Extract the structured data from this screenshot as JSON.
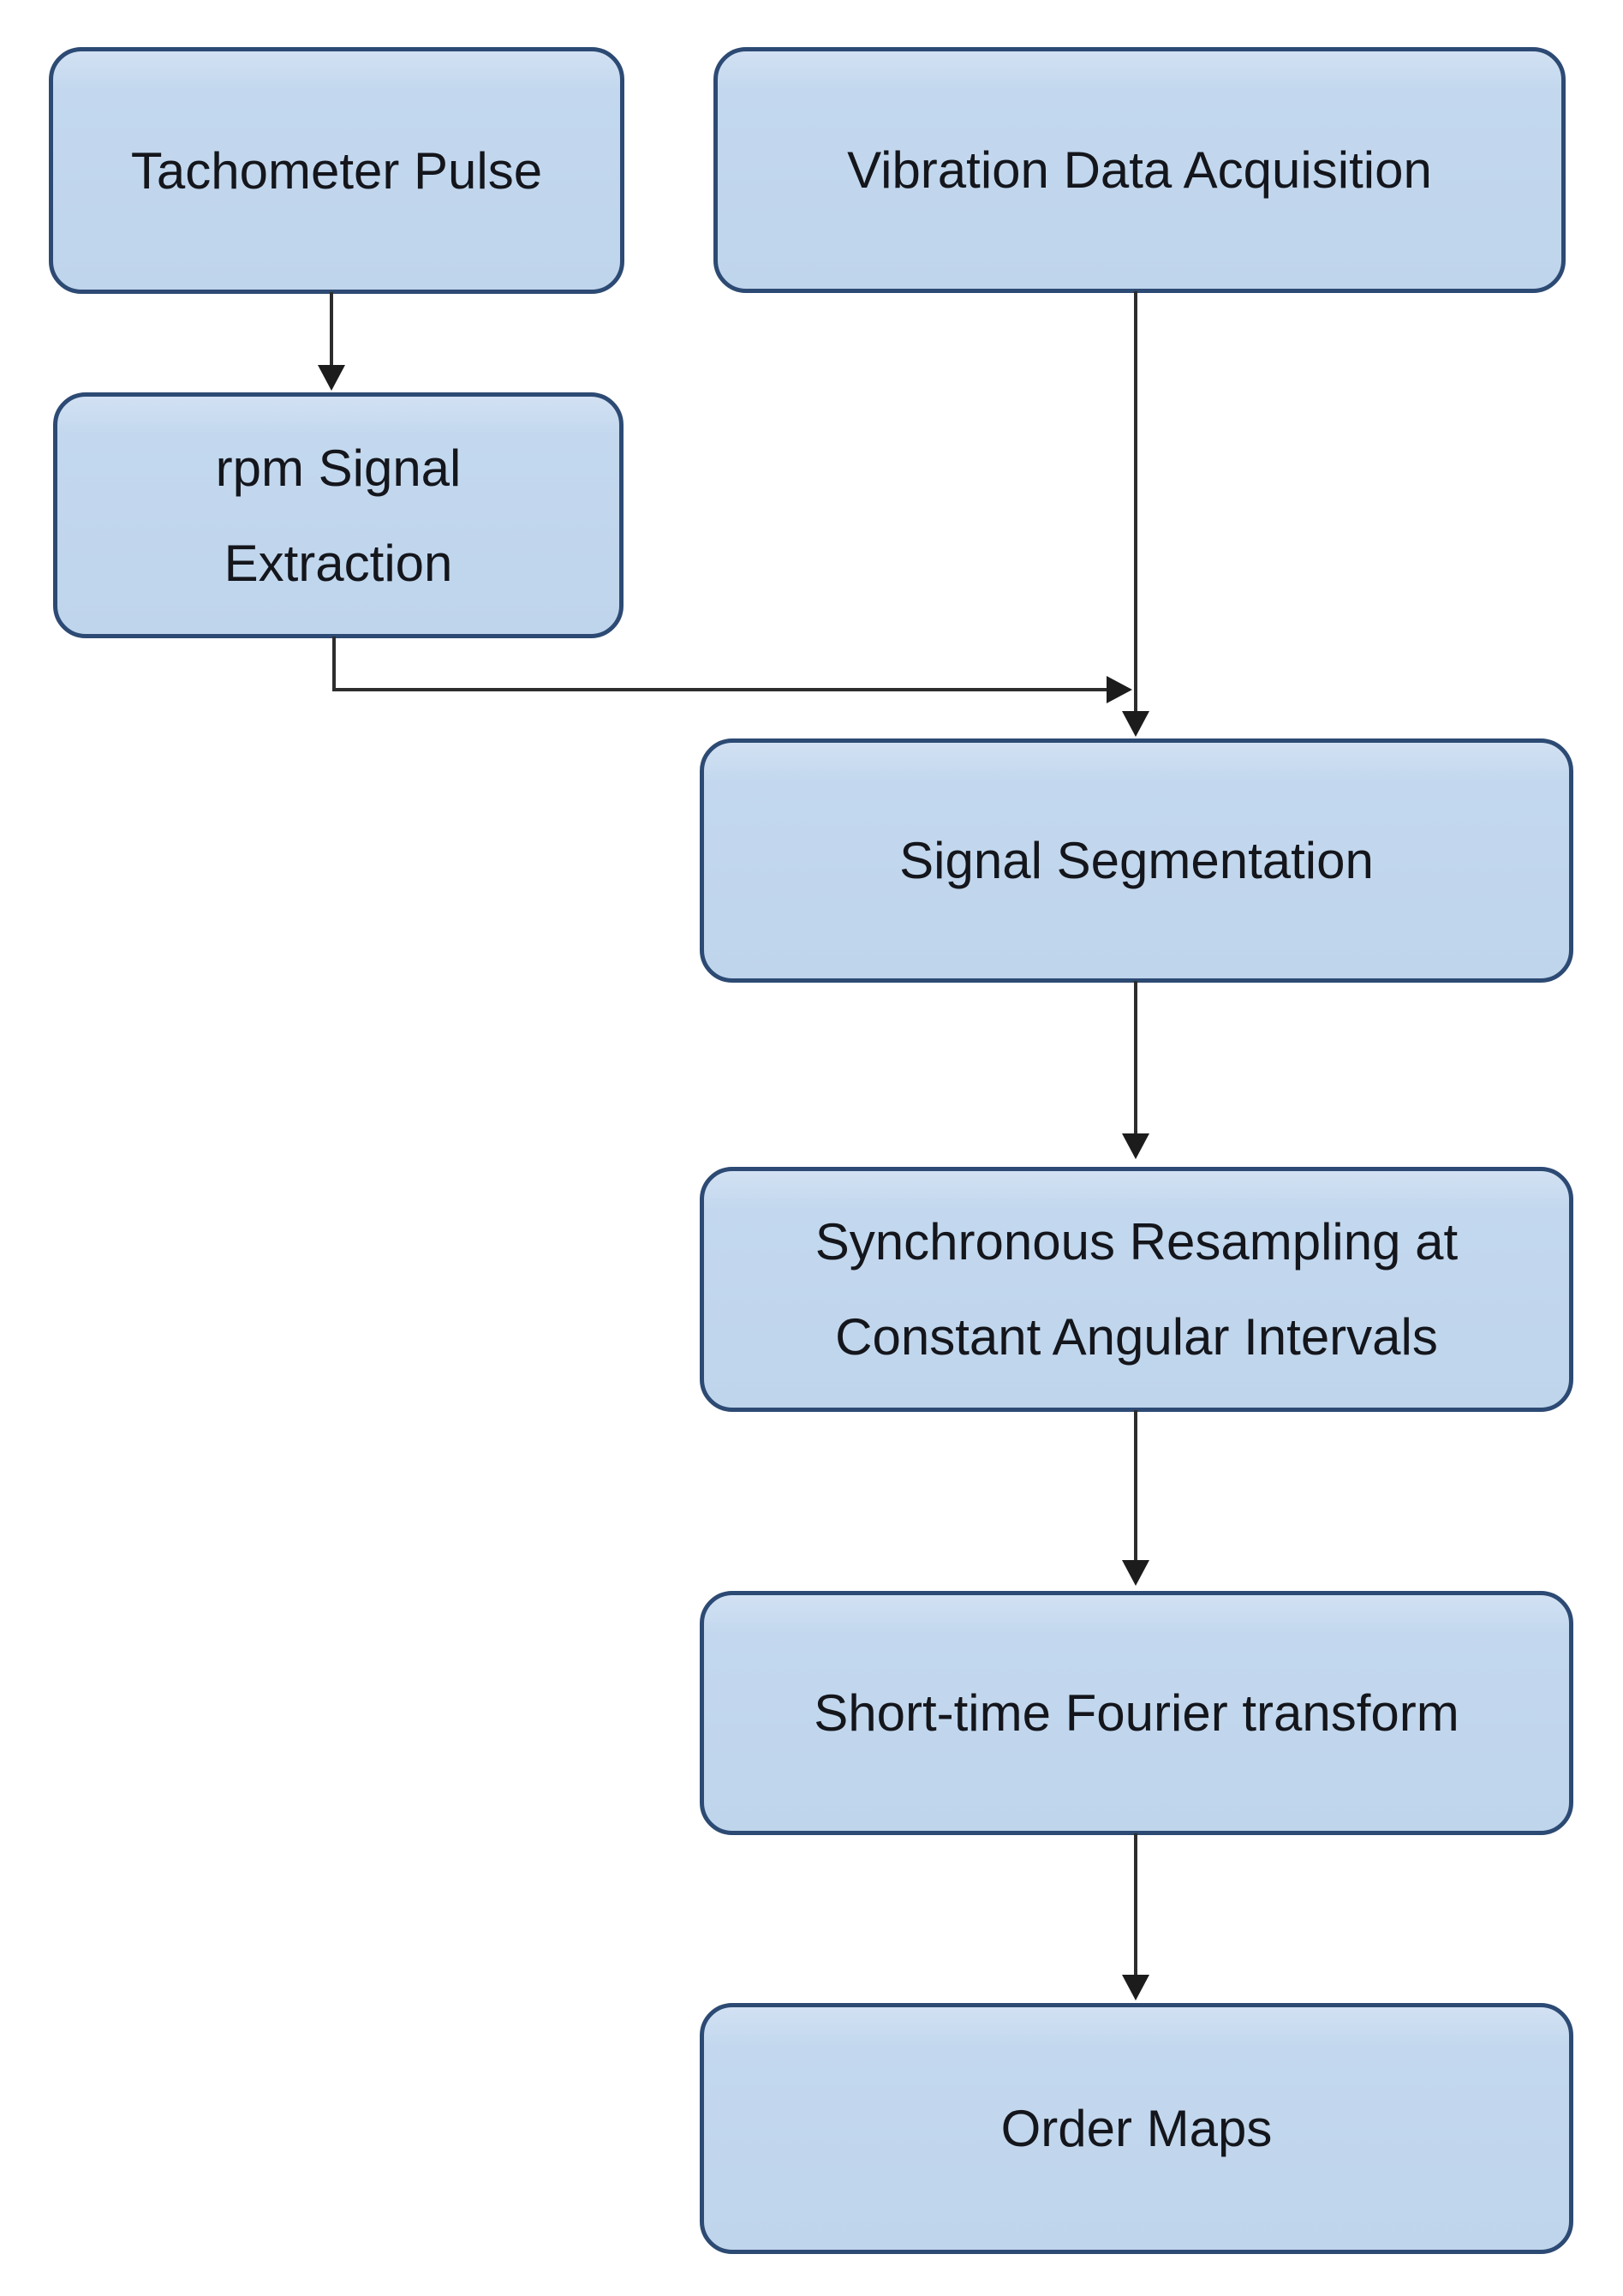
{
  "diagram": {
    "type": "flowchart",
    "background_color": "#ffffff",
    "node_fill_color": "#c1d6ec",
    "node_border_color": "#2c4a73",
    "text_color": "#14161c",
    "arrow_color": "#1c1c1c",
    "nodes": [
      {
        "id": "tachometer-pulse",
        "lines": [
          "Tachometer Pulse"
        ]
      },
      {
        "id": "vibration-data-acquisition",
        "lines": [
          "Vibration Data Acquisition"
        ]
      },
      {
        "id": "rpm-signal-extraction",
        "lines": [
          "rpm Signal",
          "Extraction"
        ]
      },
      {
        "id": "signal-segmentation",
        "lines": [
          "Signal Segmentation"
        ]
      },
      {
        "id": "synchronous-resampling",
        "lines": [
          "Synchronous Resampling at",
          "Constant Angular Intervals"
        ]
      },
      {
        "id": "short-time-fourier-transform",
        "lines": [
          "Short-time Fourier transform"
        ]
      },
      {
        "id": "order-maps",
        "lines": [
          "Order Maps"
        ]
      }
    ],
    "edges": [
      {
        "from": "tachometer-pulse",
        "to": "rpm-signal-extraction",
        "style": "straight-down"
      },
      {
        "from": "vibration-data-acquisition",
        "to": "signal-segmentation",
        "style": "straight-down"
      },
      {
        "from": "rpm-signal-extraction",
        "to": "signal-segmentation",
        "style": "elbow-right-merge"
      },
      {
        "from": "signal-segmentation",
        "to": "synchronous-resampling",
        "style": "straight-down"
      },
      {
        "from": "synchronous-resampling",
        "to": "short-time-fourier-transform",
        "style": "straight-down"
      },
      {
        "from": "short-time-fourier-transform",
        "to": "order-maps",
        "style": "straight-down"
      }
    ]
  }
}
